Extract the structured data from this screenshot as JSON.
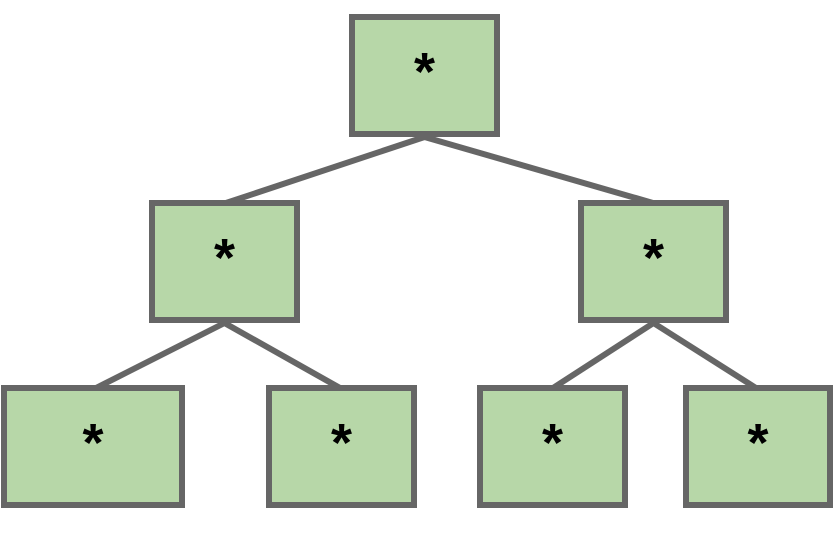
{
  "colors": {
    "node_fill": "#b7d7a8",
    "node_stroke": "#666666",
    "edge_stroke": "#666666",
    "label": "#000000"
  },
  "tree": {
    "nodes": [
      {
        "id": "root",
        "label": "*",
        "level": 0,
        "children": [
          "left",
          "right"
        ]
      },
      {
        "id": "left",
        "label": "*",
        "level": 1,
        "children": [
          "left-left",
          "left-right"
        ]
      },
      {
        "id": "right",
        "label": "*",
        "level": 1,
        "children": [
          "right-left",
          "right-right"
        ]
      },
      {
        "id": "left-left",
        "label": "*",
        "level": 2,
        "children": []
      },
      {
        "id": "left-right",
        "label": "*",
        "level": 2,
        "children": []
      },
      {
        "id": "right-left",
        "label": "*",
        "level": 2,
        "children": []
      },
      {
        "id": "right-right",
        "label": "*",
        "level": 2,
        "children": []
      }
    ]
  }
}
